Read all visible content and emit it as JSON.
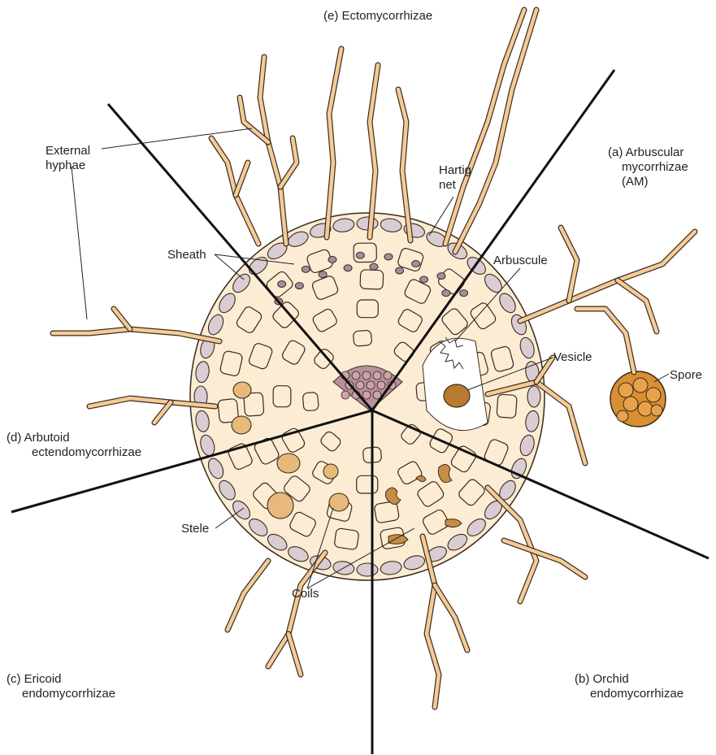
{
  "labels": {
    "ecto": "(e) Ectomycorrhizae",
    "am_line1": "(a) Arbuscular",
    "am_line2": "mycorrhizae",
    "am_line3": "(AM)",
    "external_line1": "External",
    "external_line2": "hyphae",
    "hartig_line1": "Hartig",
    "hartig_line2": "net",
    "sheath": "Sheath",
    "arbuscule": "Arbuscule",
    "vesicle": "Vesicle",
    "spore": "Spore",
    "arbutoid_line1": "(d) Arbutoid",
    "arbutoid_line2": "ectendomycorrhizae",
    "stele": "Stele",
    "coils": "Coils",
    "ericoid_line1": "(c) Ericoid",
    "ericoid_line2": "endomycorrhizae",
    "orchid_line1": "(b) Orchid",
    "orchid_line2": "endomycorrhizae"
  },
  "colors": {
    "cell_fill": "#fbecd3",
    "sheath_fill": "#d9ccd2",
    "hartig_net": "#a98aa0",
    "hypha_fill": "#f4cb97",
    "vesicle": "#b87a30",
    "spore": "#d98f32",
    "outline": "#3a2a1e"
  }
}
